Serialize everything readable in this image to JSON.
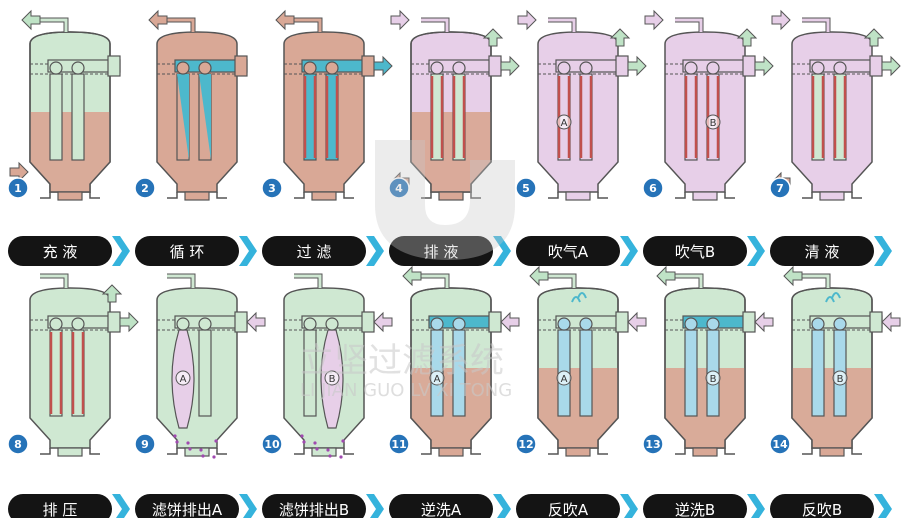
{
  "watermark": {
    "cn": "立坚过滤系统",
    "en": "LI JIAN GUO LV XI TONG"
  },
  "colors": {
    "green": "#cfe8d2",
    "brown": "#d9a896",
    "pink": "#e7cfe8",
    "blue": "#a9d9ea",
    "teal": "#4db8cc",
    "red": "#c0504d",
    "outline": "#555555",
    "badge": "#2673b8",
    "labelbg": "#141414",
    "chevron": "#35b3dc"
  },
  "steps": [
    {
      "num": "1",
      "label": "充 液",
      "row": 0,
      "body": "green",
      "liquid": "brown",
      "elem": "green",
      "stripe": "",
      "arrows": [
        "tl-out",
        "bl-in"
      ]
    },
    {
      "num": "2",
      "label": "循 环",
      "row": 0,
      "body": "brown",
      "liquid": "",
      "elem": "teal-tri",
      "stripe": "",
      "arrows": [
        "tl-out",
        "pipe-fill"
      ]
    },
    {
      "num": "3",
      "label": "过 滤",
      "row": 0,
      "body": "brown",
      "liquid": "",
      "elem": "teal",
      "stripe": "red",
      "arrows": [
        "tl-out",
        "r-out",
        "pipe-fill"
      ]
    },
    {
      "num": "4",
      "label": "排 液",
      "row": 0,
      "body": "pink",
      "liquid": "brown",
      "elem": "green",
      "stripe": "red",
      "arrows": [
        "tl-in",
        "tr-up",
        "r-out",
        "bl-out"
      ]
    },
    {
      "num": "5",
      "label": "吹气A",
      "row": 0,
      "body": "pink",
      "liquid": "",
      "elem": "pink",
      "stripe": "red",
      "tag": "A",
      "arrows": [
        "tl-in",
        "tr-up",
        "r-out"
      ]
    },
    {
      "num": "6",
      "label": "吹气B",
      "row": 0,
      "body": "pink",
      "liquid": "",
      "elem": "pink",
      "stripe": "red",
      "tag": "B",
      "arrows": [
        "tl-in",
        "tr-up",
        "r-out"
      ]
    },
    {
      "num": "7",
      "label": "清 液",
      "row": 0,
      "body": "pink",
      "liquid": "",
      "elem": "green",
      "stripe": "red",
      "arrows": [
        "tl-in",
        "tr-up",
        "r-out",
        "bl-out"
      ]
    },
    {
      "num": "8",
      "label": "排 压",
      "row": 1,
      "body": "green",
      "liquid": "",
      "elem": "green",
      "stripe": "red",
      "arrows": [
        "tr-up",
        "r-out"
      ]
    },
    {
      "num": "9",
      "label": "滤饼排出A",
      "row": 1,
      "body": "green",
      "liquid": "",
      "elem": "pink-bulge",
      "stripe": "",
      "tag": "A",
      "arrows": [
        "r-in",
        "drops"
      ]
    },
    {
      "num": "10",
      "label": "滤饼排出B",
      "row": 1,
      "body": "green",
      "liquid": "",
      "elem": "pink-bulge2",
      "stripe": "",
      "tag": "B",
      "arrows": [
        "r-in",
        "drops"
      ]
    },
    {
      "num": "11",
      "label": "逆洗A",
      "row": 1,
      "body": "green",
      "liquid": "brown",
      "elem": "blue",
      "stripe": "",
      "tag": "A",
      "arrows": [
        "tl-out",
        "r-in",
        "pipe-fill"
      ]
    },
    {
      "num": "12",
      "label": "反吹A",
      "row": 1,
      "body": "green",
      "liquid": "brown",
      "elem": "blue",
      "stripe": "",
      "tag": "A",
      "arrows": [
        "tl-out",
        "r-in",
        "splash"
      ]
    },
    {
      "num": "13",
      "label": "逆洗B",
      "row": 1,
      "body": "green",
      "liquid": "brown",
      "elem": "blue",
      "stripe": "",
      "tag": "B",
      "arrows": [
        "tl-out",
        "r-in",
        "pipe-fill"
      ]
    },
    {
      "num": "14",
      "label": "反吹B",
      "row": 1,
      "body": "green",
      "liquid": "brown",
      "elem": "blue",
      "stripe": "",
      "tag": "B",
      "arrows": [
        "tl-out",
        "r-in",
        "splash"
      ]
    }
  ]
}
